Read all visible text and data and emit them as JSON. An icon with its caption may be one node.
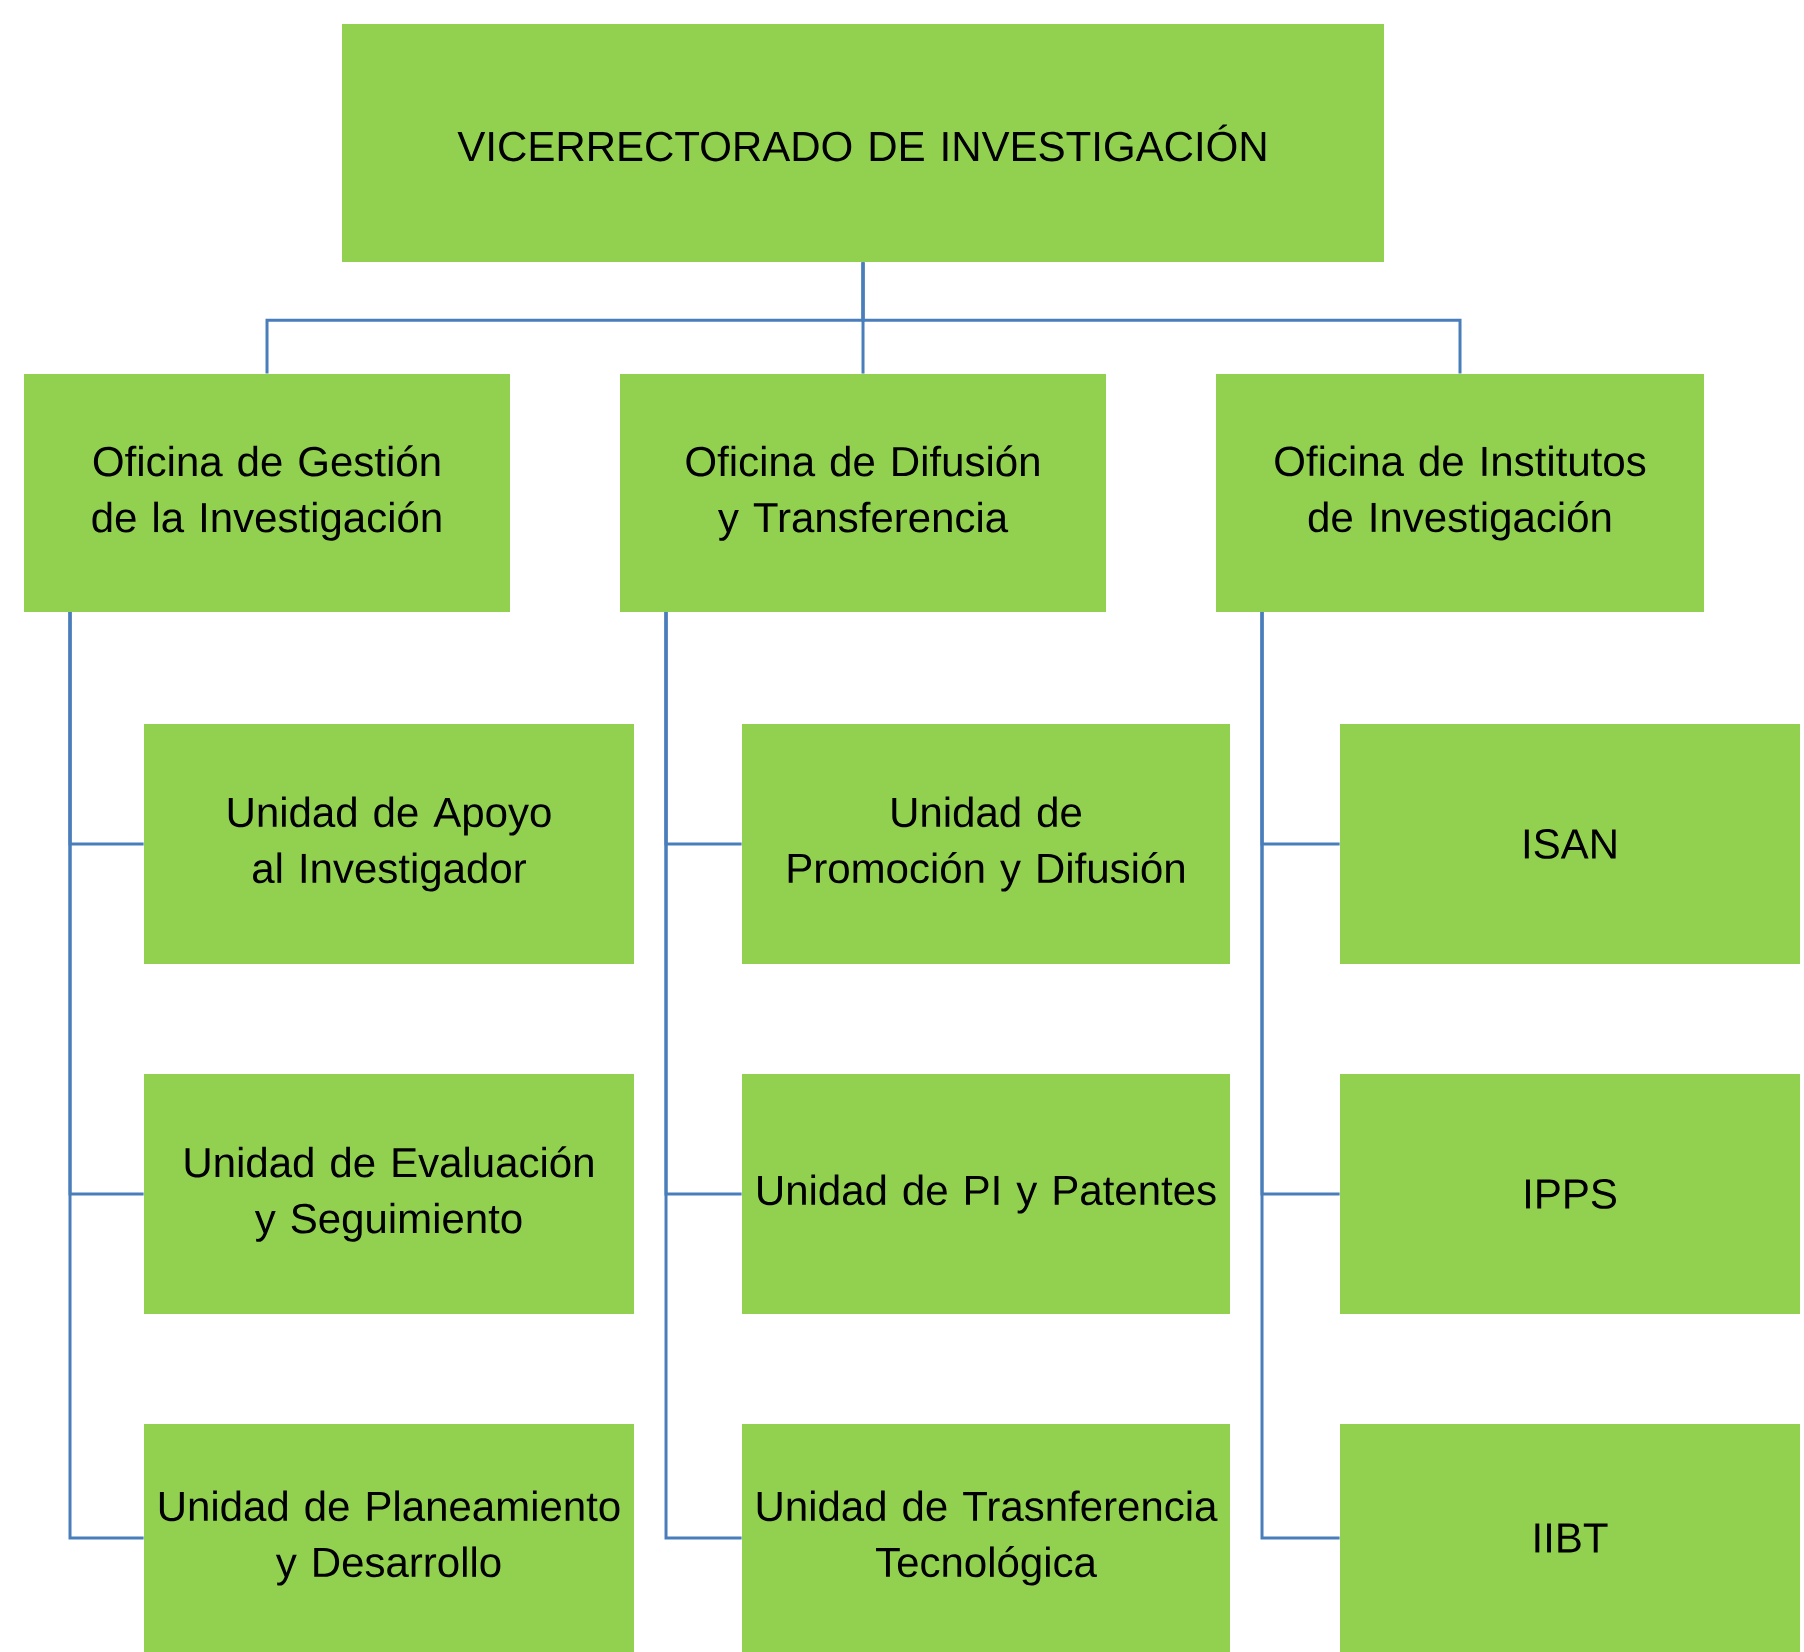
{
  "diagram": {
    "nodes": [
      {
        "text": [
          "VICERRECTORADO DE INVESTIGACIÓN"
        ]
      },
      {
        "text": [
          "Oficina de Gestión de la Investigación"
        ]
      },
      {
        "text": [
          "Oficina de Difusión y Transferencia"
        ]
      },
      {
        "text": [
          "Oficina de Institutos de Investigación"
        ]
      },
      {
        "text": [
          "Unidad de Apoyo al Investigador"
        ]
      },
      {
        "text": [
          "Unidad de Evaluación y Seguimiento"
        ]
      },
      {
        "text": [
          "Unidad de Planeamiento y Desarrollo"
        ]
      },
      {
        "text": [
          "Unidad de Promoción y Difusión"
        ]
      },
      {
        "text": [
          "Unidad de PI y Patentes"
        ]
      },
      {
        "text": [
          "Unidad de Trasnferencia Tecnológica"
        ]
      },
      {
        "text": [
          "ISAN"
        ]
      },
      {
        "text": [
          "IPPS"
        ]
      },
      {
        "text": [
          "IIBT"
        ]
      }
    ],
    "edges": [
      {
        "from": 0,
        "to": 1,
        "arrow": "none"
      },
      {
        "from": 0,
        "to": 2,
        "arrow": "none"
      },
      {
        "from": 0,
        "to": 3,
        "arrow": "none"
      },
      {
        "from": 1,
        "to": 4,
        "arrow": "none"
      },
      {
        "from": 1,
        "to": 5,
        "arrow": "none"
      },
      {
        "from": 1,
        "to": 6,
        "arrow": "none"
      },
      {
        "from": 2,
        "to": 7,
        "arrow": "none"
      },
      {
        "from": 2,
        "to": 8,
        "arrow": "none"
      },
      {
        "from": 2,
        "to": 9,
        "arrow": "none"
      },
      {
        "from": 3,
        "to": 10,
        "arrow": "none"
      },
      {
        "from": 3,
        "to": 11,
        "arrow": "none"
      },
      {
        "from": 3,
        "to": 12,
        "arrow": "none"
      }
    ]
  }
}
